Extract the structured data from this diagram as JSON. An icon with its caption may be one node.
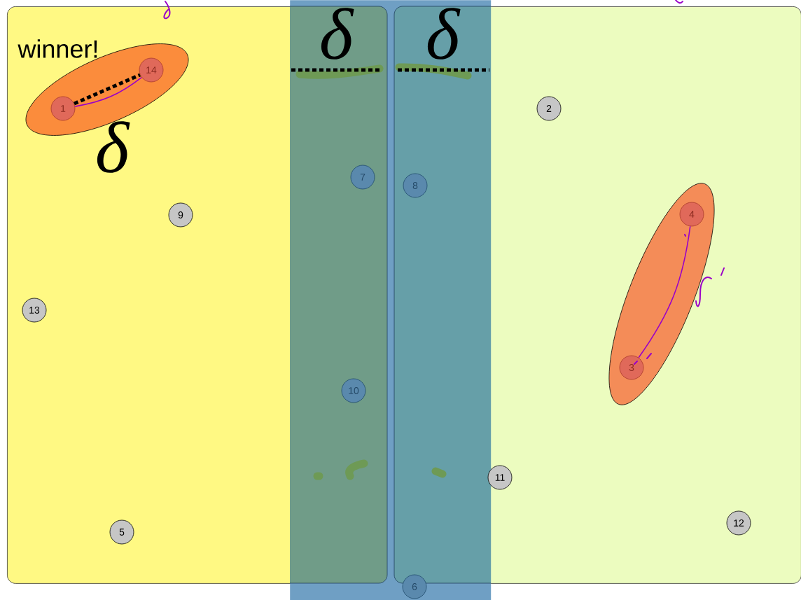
{
  "diagram": {
    "nodes": [
      {
        "text": [
          "winner!"
        ]
      },
      {
        "text": [],
        "shape": "bar"
      },
      {
        "text": [],
        "shape": "box"
      },
      {
        "text": [],
        "shape": "ellipse",
        "in": 0
      },
      {
        "text": [
          "14"
        ],
        "in": 3
      },
      {
        "text": [
          "1"
        ],
        "in": 3
      },
      {
        "text": [
          "2"
        ],
        "in": 2
      },
      {
        "text": [
          "7"
        ]
      },
      {
        "text": [
          "8"
        ]
      },
      {
        "text": [
          "9"
        ],
        "in": 0
      },
      {
        "text": [],
        "shape": "ellipse",
        "in": 2
      },
      {
        "text": [
          "4"
        ],
        "in": 10
      },
      {
        "text": [
          "3"
        ],
        "in": 10
      },
      {
        "text": [
          "13"
        ],
        "in": 0
      },
      {
        "text": [
          "10"
        ]
      },
      {
        "text": [
          "11"
        ],
        "in": 2
      },
      {
        "text": [
          "12"
        ],
        "in": 2
      },
      {
        "text": [
          "5"
        ],
        "in": 0
      },
      {
        "text": [
          "6"
        ],
        "in": 1
      }
    ],
    "edges": [
      {
        "from": 5,
        "to": 4,
        "arrow": "none",
        "style": "dashed",
        "color": "#000000"
      },
      {
        "from": 5,
        "to": 4,
        "arrow": "none",
        "color": "#9a00c8"
      },
      {
        "from": 12,
        "to": 11,
        "arrow": "none",
        "color": "#9a00c8"
      }
    ],
    "labels": [
      "δ",
      "δ",
      "δ"
    ]
  }
}
